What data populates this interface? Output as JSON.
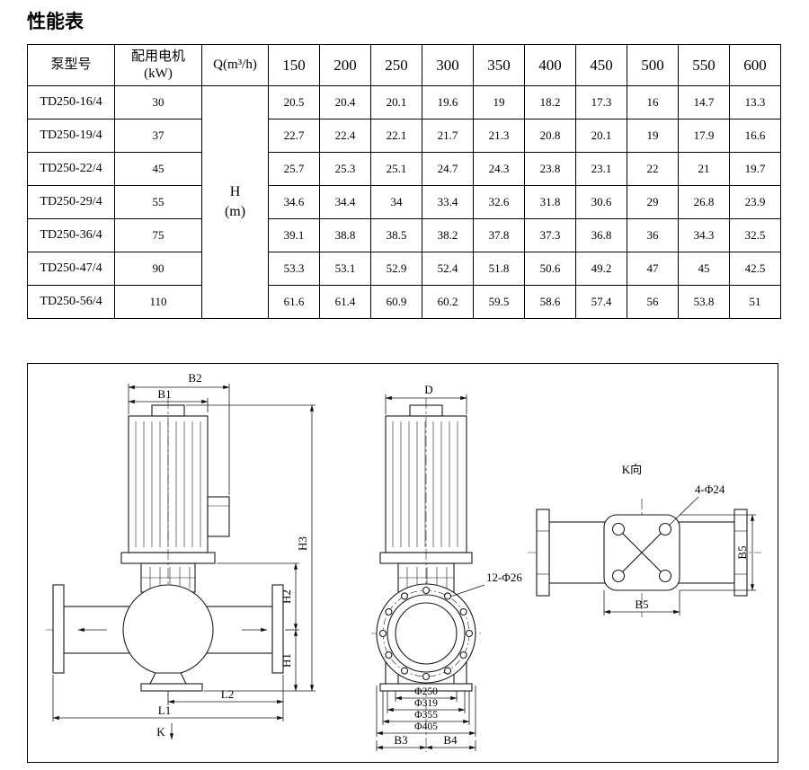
{
  "title": "性能表",
  "table": {
    "headers": {
      "model": "泵型号",
      "motor_line1": "配用电机",
      "motor_line2": "(kW)",
      "q": "Q(m³/h)"
    },
    "flow_columns": [
      "150",
      "200",
      "250",
      "300",
      "350",
      "400",
      "450",
      "500",
      "550",
      "600"
    ],
    "h_cell": {
      "line1": "H",
      "line2": "(m)"
    },
    "rows": [
      {
        "model": "TD250-16/4",
        "power": "30",
        "values": [
          "20.5",
          "20.4",
          "20.1",
          "19.6",
          "19",
          "18.2",
          "17.3",
          "16",
          "14.7",
          "13.3"
        ]
      },
      {
        "model": "TD250-19/4",
        "power": "37",
        "values": [
          "22.7",
          "22.4",
          "22.1",
          "21.7",
          "21.3",
          "20.8",
          "20.1",
          "19",
          "17.9",
          "16.6"
        ]
      },
      {
        "model": "TD250-22/4",
        "power": "45",
        "values": [
          "25.7",
          "25.3",
          "25.1",
          "24.7",
          "24.3",
          "23.8",
          "23.1",
          "22",
          "21",
          "19.7"
        ]
      },
      {
        "model": "TD250-29/4",
        "power": "55",
        "values": [
          "34.6",
          "34.4",
          "34",
          "33.4",
          "32.6",
          "31.8",
          "30.6",
          "29",
          "26.8",
          "23.9"
        ]
      },
      {
        "model": "TD250-36/4",
        "power": "75",
        "values": [
          "39.1",
          "38.8",
          "38.5",
          "38.2",
          "37.8",
          "37.3",
          "36.8",
          "36",
          "34.3",
          "32.5"
        ]
      },
      {
        "model": "TD250-47/4",
        "power": "90",
        "values": [
          "53.3",
          "53.1",
          "52.9",
          "52.4",
          "51.8",
          "50.6",
          "49.2",
          "47",
          "45",
          "42.5"
        ]
      },
      {
        "model": "TD250-56/4",
        "power": "110",
        "values": [
          "61.6",
          "61.4",
          "60.9",
          "60.2",
          "59.5",
          "58.6",
          "57.4",
          "56",
          "53.8",
          "51"
        ]
      }
    ]
  },
  "drawing": {
    "front": {
      "b2": "B2",
      "b1": "B1",
      "h3": "H3",
      "h2": "H2",
      "h1": "H1",
      "l2": "L2",
      "l1": "L1",
      "k": "K"
    },
    "side": {
      "d": "D",
      "bolt_note": "12-Φ26",
      "dia_bore": "Φ250",
      "dia_raised": "Φ319",
      "dia_pitch": "Φ355",
      "dia_outer": "Φ405",
      "b3": "B3",
      "b4": "B4"
    },
    "top": {
      "view_label": "K向",
      "bolt_note": "4-Φ24",
      "b5_height": "B5",
      "b5_width": "B5"
    }
  }
}
